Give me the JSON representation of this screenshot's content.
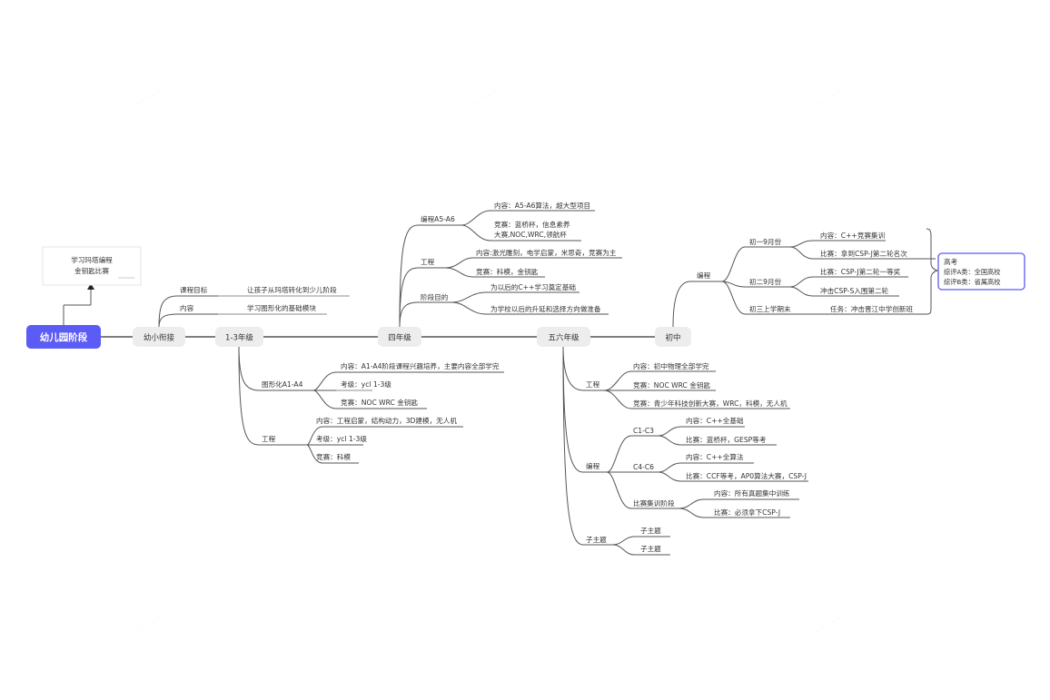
{
  "root": "幼儿园阶段",
  "note_card": {
    "line1": "学习玛塔编程",
    "line2": "金钥匙比赛"
  },
  "stages": {
    "bridge": "幼小衔接",
    "g13": "1-3年级",
    "g4": "四年级",
    "g56": "五六年级",
    "middle": "初中"
  },
  "bridge": {
    "goal_label": "课程目标",
    "goal_text": "让孩子从玛塔转化到少儿阶段",
    "content_label": "内容",
    "content_text": "学习图形化的基础模块"
  },
  "g13": {
    "graphic": {
      "label": "图形化A1-A4",
      "items": [
        "内容：A1-A4阶段课程兴趣培养，主要内容全部学完",
        "考级：ycl 1-3级",
        "竞赛：NOC WRC 金钥匙"
      ]
    },
    "engineering": {
      "label": "工程",
      "items": [
        "内容：工程启蒙，结构动力，3D建模，无人机",
        "考级：ycl 1-3级",
        "竞赛：科模"
      ]
    }
  },
  "g4": {
    "programming": {
      "label": "编程A5-A6",
      "item1": "内容：A5-A6算法，超大型项目",
      "item2_line1": "竞赛：蓝桥杯，信息素养",
      "item2_line2": "大赛,NOC,WRC,领航杯"
    },
    "engineering": {
      "label": "工程",
      "items": [
        "内容:激光雕刻，电学启蒙，米思奇，竞赛为主",
        "竞赛：科模，金钥匙"
      ]
    },
    "purpose": {
      "label": "阶段目的",
      "items": [
        "为以后的C++学习奠定基础",
        "为学校以后的升延和选择方向做准备"
      ]
    }
  },
  "g56": {
    "engineering": {
      "label": "工程",
      "items": [
        "内容：初中物理全部学完",
        "竞赛：NOC WRC 金钥匙",
        "竞赛：青少年科技创新大赛，WRC，科模，无人机"
      ]
    },
    "programming": {
      "label": "编程",
      "c1c3": {
        "label": "C1-C3",
        "items": [
          "内容：C++全基础",
          "比赛：蓝桥杯，GESP等考"
        ]
      },
      "c4c6": {
        "label": "C4-C6",
        "items": [
          "内容：C++全算法",
          "比赛：CCF等考，AP0算法大赛，CSP-J"
        ]
      },
      "camp": {
        "label": "比赛集训阶段",
        "items": [
          "内容：所有真题集中训练",
          "比赛：必须拿下CSP-J"
        ]
      }
    },
    "subtopic": {
      "label": "子主题",
      "items": [
        "子主题",
        "子主题"
      ]
    }
  },
  "middle": {
    "programming": {
      "label": "编程",
      "p1": {
        "label": "初一9月份",
        "items": [
          "内容：C++竞赛集训",
          "比赛：拿到CSP-J第二轮名次"
        ]
      },
      "p2": {
        "label": "初二9月份",
        "items": [
          "比赛：CSP-J第二轮一等奖",
          "冲击CSP-S入围第二轮"
        ]
      },
      "p3": {
        "label": "初三上学期末",
        "items": [
          "任务：冲击晋江中学创新班"
        ]
      }
    },
    "gaokao": {
      "title": "高考",
      "line1": "综评A类：全国高校",
      "line2": "综评B类：省属高校"
    }
  },
  "colors": {
    "root": "#5b5bf5",
    "pill": "#ededed",
    "callout_border": "#5b5bf5",
    "line": "#555555"
  }
}
